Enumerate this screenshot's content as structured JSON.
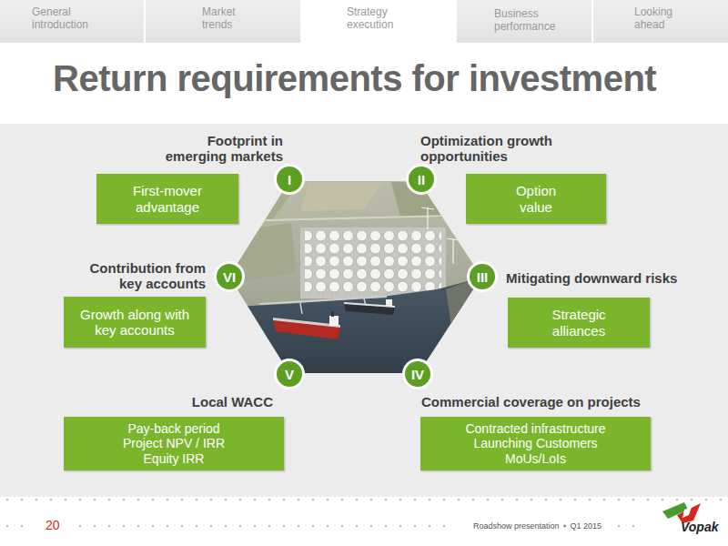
{
  "diagram": {
    "title": "Return requirements for investment",
    "nodes": [
      {
        "text": [
          "General introduction"
        ]
      },
      {
        "text": [
          "Market trends"
        ]
      },
      {
        "text": [
          "Strategy execution"
        ]
      },
      {
        "text": [
          "Business performance"
        ]
      },
      {
        "text": [
          "Looking ahead"
        ]
      },
      {
        "text": [
          "Footprint in emerging markets",
          "First-mover advantage"
        ]
      },
      {
        "text": [
          "I"
        ]
      },
      {
        "text": [
          "II"
        ]
      },
      {
        "text": [
          "Optimization growth opportunities",
          "Option value"
        ]
      },
      {
        "text": [
          "Contribution from key accounts",
          "Growth along with key accounts"
        ]
      },
      {
        "text": [
          "VI"
        ]
      },
      {
        "text": [
          "III"
        ]
      },
      {
        "text": [
          "Mitigating downward risks",
          "Strategic alliances"
        ]
      },
      {
        "text": [
          "V"
        ]
      },
      {
        "text": [
          "IV"
        ]
      },
      {
        "text": [
          "Local WACC",
          "Pay-back period",
          "Project NPV / IRR",
          "Equity IRR"
        ]
      },
      {
        "text": [
          "Commercial coverage on projects",
          "Contracted infrastructure",
          "Launching Customers",
          "MoUs/LoIs"
        ]
      }
    ],
    "labels": [
      "20",
      "Roadshow presentation",
      "Q1 2015",
      "Vopak"
    ]
  }
}
